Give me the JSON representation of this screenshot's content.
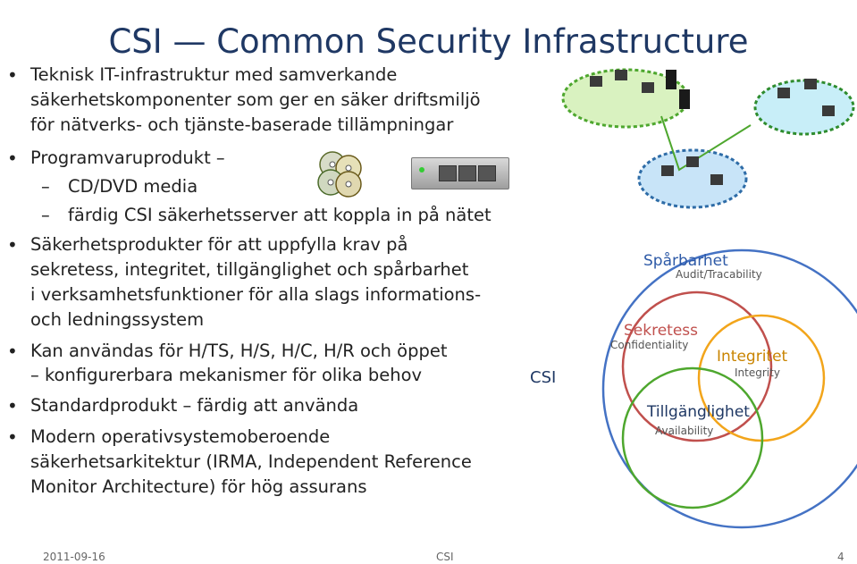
{
  "title": "CSI — Common Security Infrastructure",
  "bullets": [
    {
      "lines": [
        "Teknisk IT-infrastruktur med samverkande",
        "säkerhetskomponenter som ger en säker driftsmiljö",
        "för nätverks- och tjänste-baserade tillämpningar"
      ]
    },
    {
      "lines": [
        "Programvaruprodukt –"
      ]
    },
    {
      "sub": "CD/DVD media"
    },
    {
      "sub": "färdig CSI säkerhetsserver att koppla in på nätet"
    },
    {
      "lines": [
        "Säkerhetsprodukter för att uppfylla krav på",
        "sekretess, integritet, tillgänglighet och spårbarhet",
        "i verksamhetsfunktioner för alla slags informations-",
        "och ledningssystem"
      ]
    },
    {
      "lines": [
        "Kan användas för H/TS, H/S, H/C, H/R och öppet"
      ]
    },
    {
      "sub": "konfigurerbara mekanismer för olika behov"
    },
    {
      "lines": [
        "Standardprodukt – färdig att använda"
      ]
    },
    {
      "lines": [
        "Modern operativsystemoberoende",
        "säkerhetsarkitektur (IRMA, Independent Reference",
        "Monitor Architecture) för hög assurans"
      ]
    }
  ],
  "diagram": {
    "csi_label": "CSI",
    "sparbarhet": "Spårbarhet",
    "sparbarhet_en": "Audit/Tracability",
    "sekretess": "Sekretess",
    "sekretess_en": "Confidentiality",
    "integritet": "Integritet",
    "integritet_en": "Integrity",
    "tillganglighet": "Tillgänglighet",
    "tillganglighet_en": "Availability",
    "colors": {
      "blue": "#4472c4",
      "red": "#c0504d",
      "orange": "#f2a51b",
      "green": "#4ea72e",
      "text_blue": "#1f3864"
    }
  },
  "footer": {
    "date": "2011-09-16",
    "center": "CSI",
    "page": "4"
  }
}
